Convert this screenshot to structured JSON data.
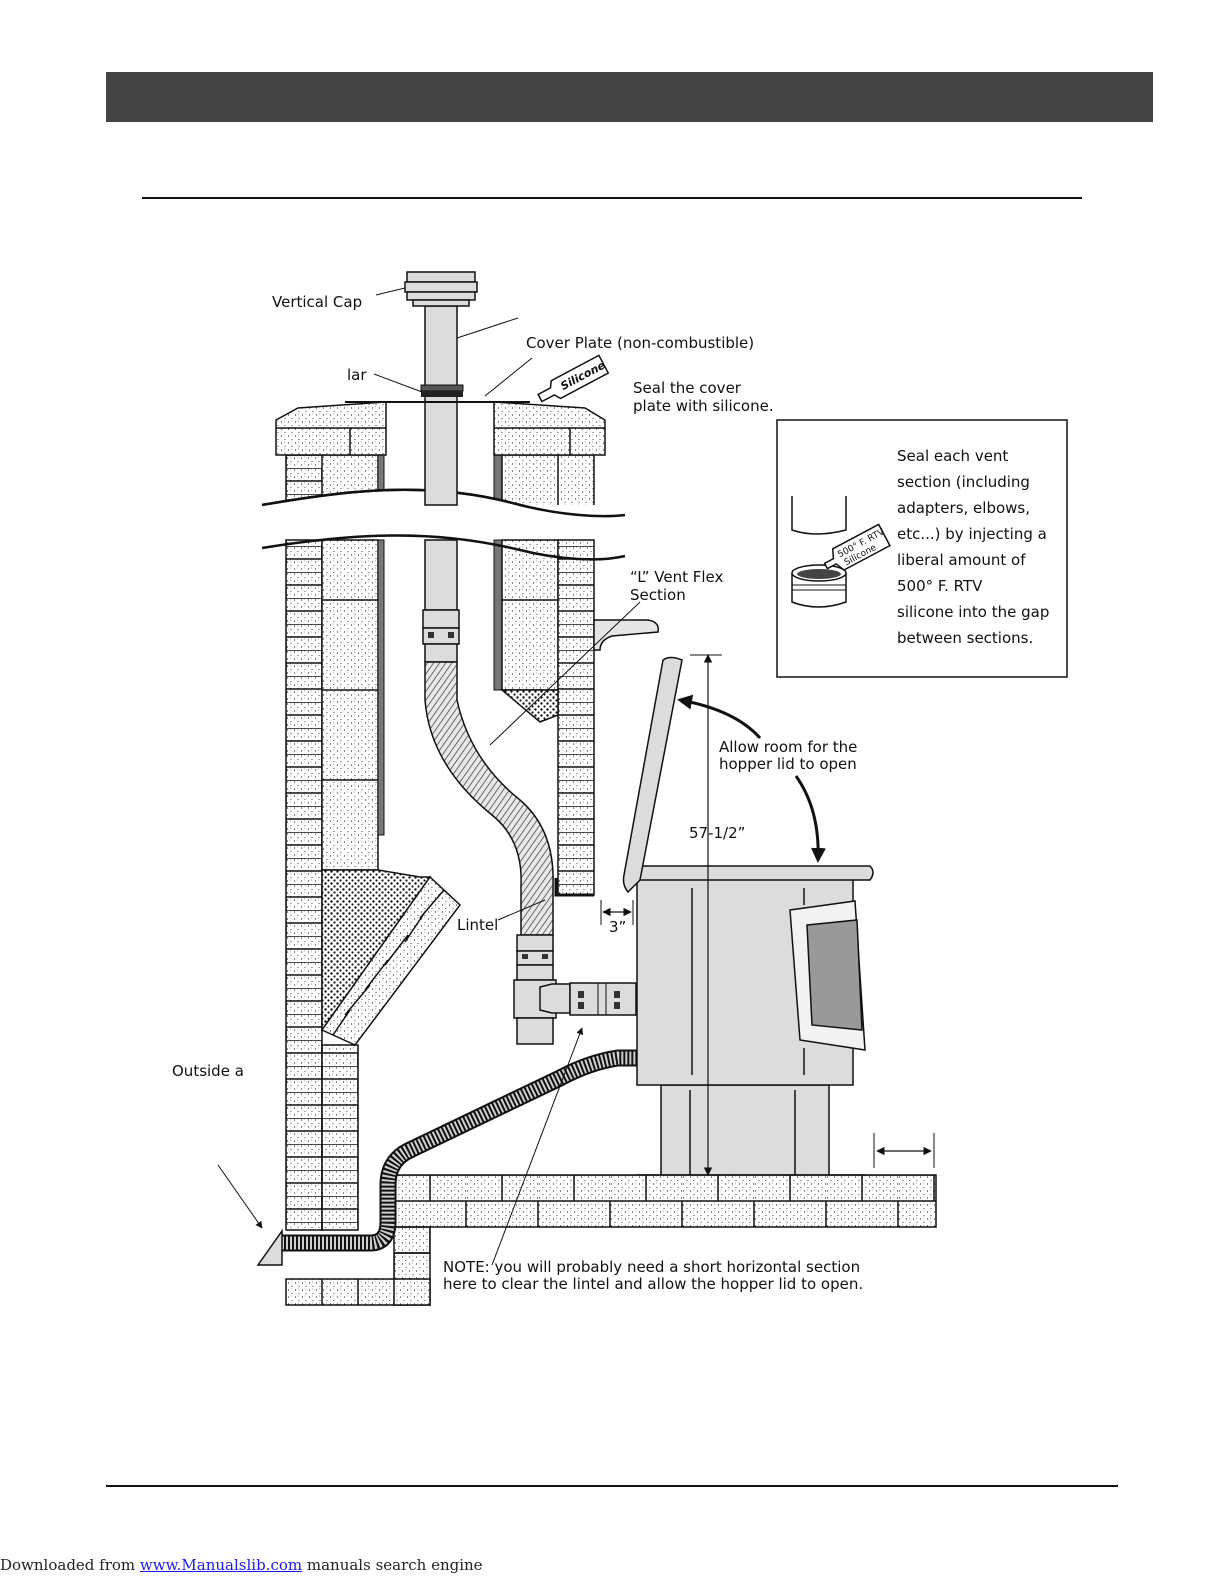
{
  "labels": {
    "vertical_cap": "Vertical Cap",
    "cover_plate": "Cover Plate (non-combustible)",
    "collar": "lar",
    "silicone_tube": "Silicone",
    "seal_cover_1": "Seal the cover",
    "seal_cover_2": "plate with silicone.",
    "inset_lines": [
      "Seal each vent",
      "section (including",
      "adapters, elbows,",
      "etc...) by injecting a",
      "liberal amount of",
      "500° F. RTV",
      "silicone into the gap",
      "between sections."
    ],
    "inset_tube_1": "500° F. RTV",
    "inset_tube_2": "Silicone",
    "flex_1": "“L” Vent Flex",
    "flex_2": "Section",
    "allow_1": "Allow room for the",
    "allow_2": "hopper lid to open",
    "height": "57-1/2”",
    "lintel": "Lintel",
    "clearance": "3”",
    "outside_air": "Outside a",
    "note_1": "NOTE: you will probably need a short horizontal section",
    "note_2": "here to clear the lintel and allow the hopper lid to open."
  },
  "footer": {
    "prefix": "Downloaded from ",
    "link": "www.Manualslib.com",
    "suffix": "  manuals search engine"
  }
}
